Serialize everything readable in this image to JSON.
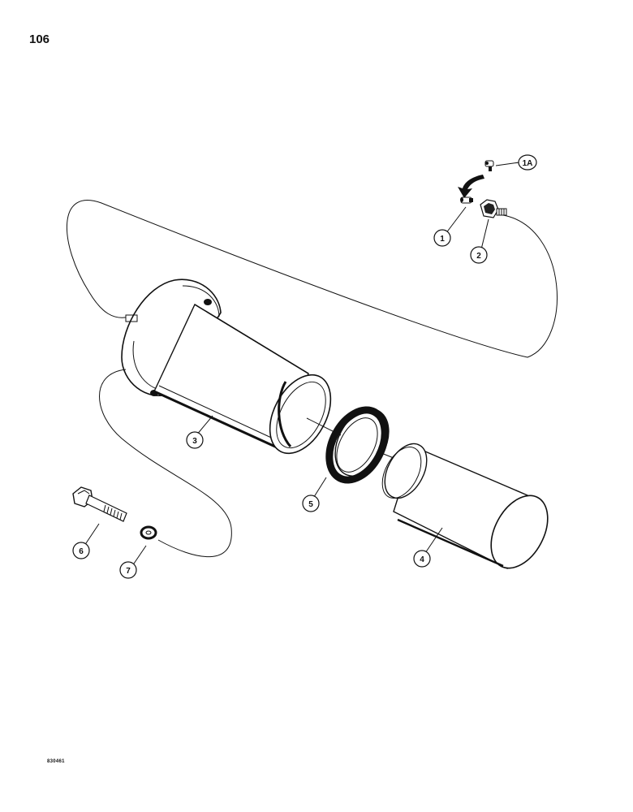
{
  "page": {
    "number": "106",
    "figure_code": "830461"
  },
  "callouts": [
    {
      "id": "c1",
      "label": "1"
    },
    {
      "id": "c1a",
      "label": "1A"
    },
    {
      "id": "c2",
      "label": "2"
    },
    {
      "id": "c3",
      "label": "3"
    },
    {
      "id": "c4",
      "label": "4"
    },
    {
      "id": "c5",
      "label": "5"
    },
    {
      "id": "c6",
      "label": "6"
    },
    {
      "id": "c7",
      "label": "7"
    }
  ]
}
